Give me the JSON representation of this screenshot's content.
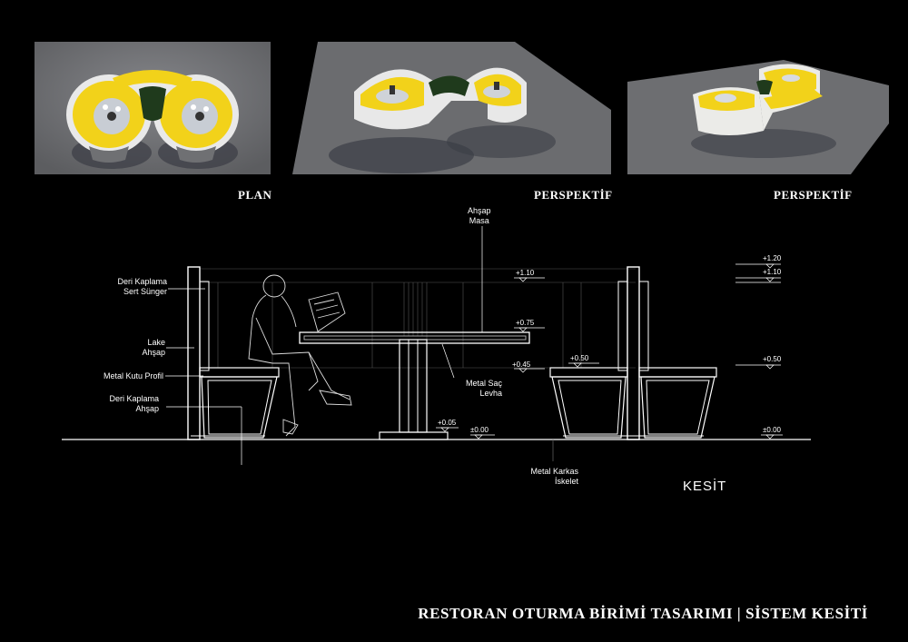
{
  "captions": {
    "plan": "PLAN",
    "perspektif_1": "PERSPEKTİF",
    "perspektif_2": "PERSPEKTİF"
  },
  "annotations": {
    "deri_kaplama_sert_sunger": [
      "Deri Kaplama",
      "Sert Sünger"
    ],
    "lake_ahsap": [
      "Lake",
      "Ahşap"
    ],
    "metal_kutu_profil": "Metal Kutu Profil",
    "deri_kaplama_ahsap": [
      "Deri Kaplama",
      "Ahşap"
    ],
    "ahsap_masa": [
      "Ahşap",
      "Masa"
    ],
    "metal_sac_levha": [
      "Metal Saç",
      "Levha"
    ],
    "metal_karkas_iskelet": [
      "Metal Karkas",
      "İskelet"
    ]
  },
  "levels": {
    "l110_left": "+1.10",
    "l075": "+0.75",
    "l045": "+0.45",
    "l050_seat": "+0.50",
    "l005": "+0.05",
    "l000_center": "±0.00",
    "l120_right": "+1.20",
    "l110_right": "+1.10",
    "l050_right": "+0.50",
    "l000_right": "±0.00"
  },
  "section_label": "KESİT",
  "title": "RESTORAN  OTURMA BİRİMİ TASARIMI  |  SİSTEM KESİTİ",
  "colors": {
    "background": "#000000",
    "seat_yellow": "#f2d21a",
    "shell_white": "#eeeeee",
    "ground_grey": "#6e6f72",
    "planting_green": "#1f3a1c"
  }
}
